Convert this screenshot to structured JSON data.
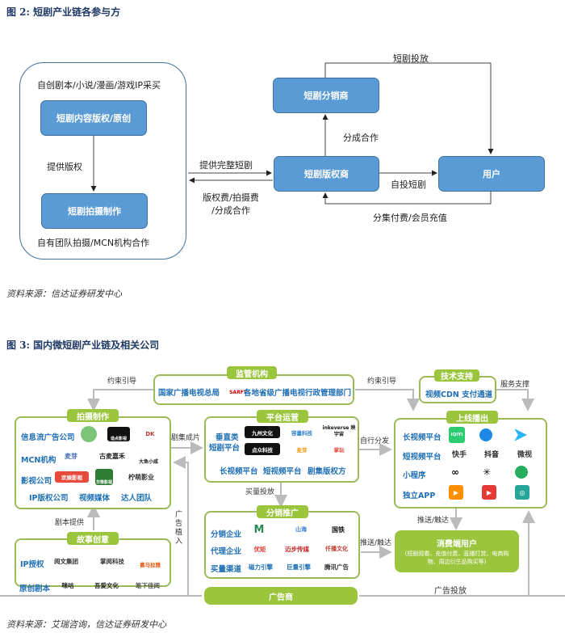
{
  "fig2": {
    "title": "图 2:  短剧产业链各参与方",
    "source": "资料来源：信达证券研发中心",
    "left_group": {
      "top_label": "自创剧本/小说/漫画/游戏IP采买",
      "bottom_label": "自有团队拍摄/MCN机构合作",
      "box_content": "短剧内容版权/原创",
      "box_production": "短剧拍摄制作",
      "edge_label": "提供版权"
    },
    "nodes": {
      "distributor": "短剧分销商",
      "copyright_holder": "短剧版权商",
      "user": "用户"
    },
    "edges": {
      "provide_drama": "提供完整短剧",
      "fees_line1": "版权费/拍摄费",
      "fees_line2": "/分成合作",
      "revenue_share": "分成合作",
      "placement": "短剧投放",
      "self_placement": "自投短剧",
      "payment": "分集付费/会员充值"
    }
  },
  "fig3": {
    "title": "图 3:  国内微短剧产业链及相关公司",
    "source": "资料来源：艾瑞咨询，信达证券研发中心",
    "regulator": {
      "tag": "监管机构",
      "left": "国家广播电视总局",
      "logo": "SARFT",
      "right": "各地省级广播电视行政管理部门"
    },
    "tech": {
      "tag": "技术支持",
      "items": "视频CDN  支付通道"
    },
    "production": {
      "tag": "拍摄制作",
      "rows": [
        {
          "label": "信息流广告公司",
          "logos": [
            "",
            "造点影视",
            "DK"
          ]
        },
        {
          "label": "MCN机构",
          "logos": [
            "麦芽",
            "古麦嘉禾",
            "大鱼小咸"
          ]
        },
        {
          "label": "影视公司",
          "logos": [
            "欢娱影视",
            "华策影视",
            "柠萌影业"
          ]
        }
      ],
      "bottom": [
        "IP版权公司",
        "视频媒体",
        "达人团队"
      ]
    },
    "platform": {
      "tag": "平台运营",
      "vertical_label": [
        "垂直类",
        "短剧平台"
      ],
      "logos": [
        "九州文化",
        "容量科技",
        "inkeverse 映宇宙",
        "点众科技",
        "麦芽",
        "掌玩"
      ],
      "bottom": [
        "长视频平台",
        "短视频平台",
        "剧集版权方"
      ]
    },
    "online": {
      "tag": "上线播出",
      "rows": [
        {
          "label": "长视频平台",
          "items": [
            "iQIYI",
            "腾讯视频",
            "优酷"
          ]
        },
        {
          "label": "短视频平台",
          "items": [
            "快手",
            "抖音",
            "微视"
          ]
        },
        {
          "label": "小程序",
          "items": [
            "∞",
            "✳",
            "小程序"
          ]
        },
        {
          "label": "独立APP",
          "items": [
            "▶",
            "▶",
            "◎"
          ]
        }
      ]
    },
    "distribution": {
      "tag": "分销推广",
      "rows": [
        {
          "label": "分销企业",
          "logos": [
            "M",
            "山海",
            "国铁"
          ]
        },
        {
          "label": "代理企业",
          "logos": [
            "优矩",
            "迈步传媒",
            "仟播文化"
          ]
        },
        {
          "label": "买量渠道",
          "logos": [
            "磁力引擎",
            "巨量引擎",
            "腾讯广告"
          ]
        }
      ]
    },
    "story": {
      "tag": "故事创意",
      "rows": [
        {
          "label": "IP授权",
          "logos": [
            "阅文集团",
            "掌阅科技",
            "喜马拉雅"
          ]
        },
        {
          "label": "原创剧本",
          "logos": [
            "咪咕",
            "吾爱文化",
            "笔下佳阅"
          ]
        }
      ]
    },
    "consumer": {
      "title": "消费端用户",
      "desc": "(短剧观看、充值付费、直播打赏、电商购物、周边衍生品购买等)"
    },
    "advertiser": "广告商",
    "edges": {
      "constraint_left": "约束引导",
      "constraint_right": "约束引导",
      "service": "服务支撑",
      "episodes": "剧集成片",
      "self_dist": "自行分发",
      "buy_traffic": "买量投放",
      "script": "剧本提供",
      "ad_insert": "广告植入",
      "push_reach_1": "推送/触达",
      "push_reach_2": "推送/触达",
      "ad_placement": "广告投放"
    }
  }
}
